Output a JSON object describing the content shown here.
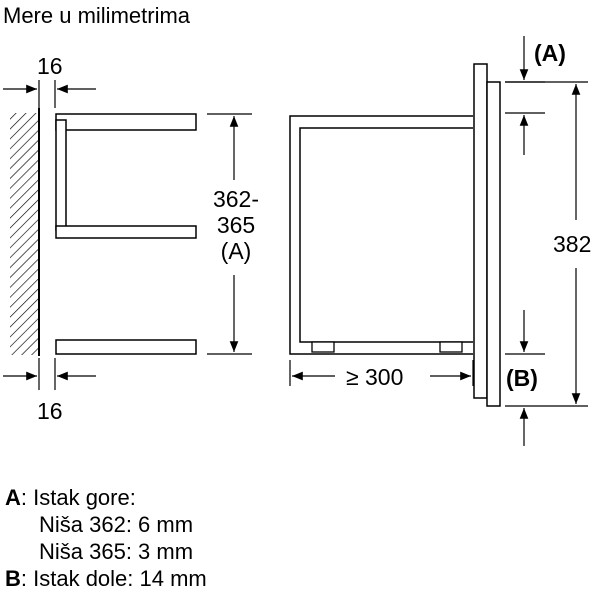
{
  "title": "Mere u milimetrima",
  "dimensions": {
    "left_top_gap": "16",
    "left_bottom_gap": "16",
    "niche_height_line1": "362-",
    "niche_height_line2": "365",
    "niche_height_ref": "(A)",
    "depth": "≥ 300",
    "total_height": "382",
    "ref_top": "(A)",
    "ref_bottom": "(B)"
  },
  "legend": {
    "a_key": "A",
    "a_title": ": Istak gore:",
    "a_line1": "Niša 362: 6 mm",
    "a_line2": "Niša 365: 3 mm",
    "b_key": "B",
    "b_title": ": Istak dole: 14 mm"
  }
}
